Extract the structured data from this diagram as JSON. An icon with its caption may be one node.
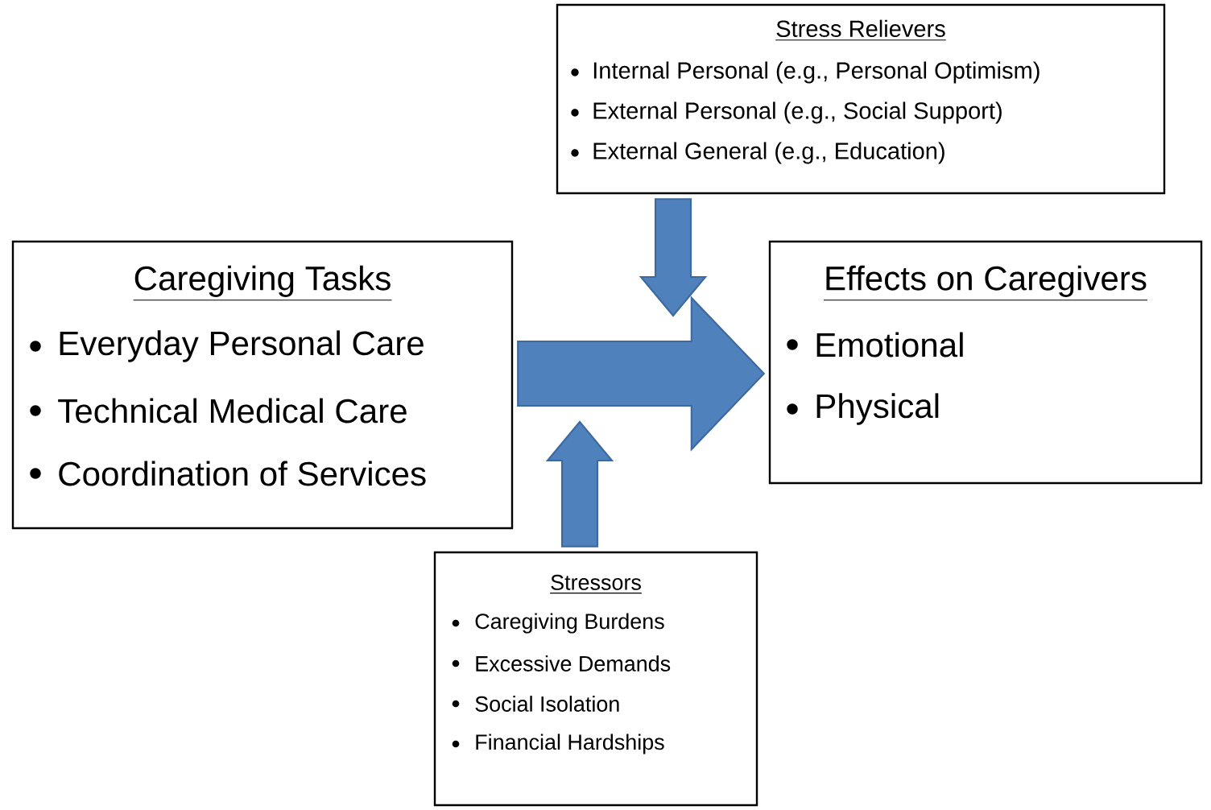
{
  "diagram": {
    "nodes": [
      {
        "text": [
          "Stress Relievers",
          "Internal Personal (e.g., Personal Optimism)",
          "External Personal (e.g., Social Support)",
          "External General (e.g., Education)"
        ]
      },
      {
        "text": [
          "Caregiving Tasks",
          "Everyday Personal Care",
          "Technical Medical Care",
          "Coordination of Services"
        ]
      },
      {
        "text": [
          "Effects on Caregivers",
          "Emotional",
          "Physical"
        ]
      },
      {
        "text": [
          "Stressors",
          "Caregiving Burdens",
          "Excessive Demands",
          "Social Isolation",
          "Financial Hardships"
        ]
      }
    ],
    "edges": [
      {
        "from": 1,
        "to": 2,
        "arrow": "to",
        "style": "thick"
      },
      {
        "from": 0,
        "to": null,
        "arrow": "to"
      },
      {
        "from": 3,
        "to": null,
        "arrow": "to"
      }
    ]
  }
}
